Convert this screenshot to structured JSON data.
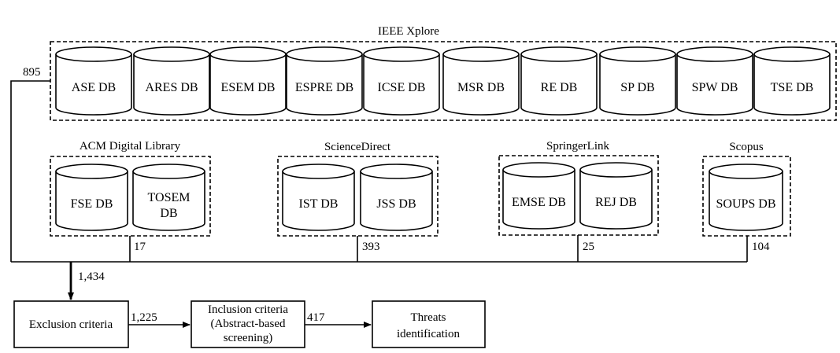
{
  "groups": {
    "ieee": {
      "title": "IEEE Xplore",
      "count": "895",
      "dbs": [
        "ASE DB",
        "ARES DB",
        "ESEM DB",
        "ESPRE DB",
        "ICSE DB",
        "MSR DB",
        "RE DB",
        "SP DB",
        "SPW DB",
        "TSE DB"
      ]
    },
    "acm": {
      "title": "ACM Digital Library",
      "count": "17",
      "dbs": [
        "FSE DB",
        "TOSEM DB"
      ]
    },
    "sciencedirect": {
      "title": "ScienceDirect",
      "count": "393",
      "dbs": [
        "IST DB",
        "JSS DB"
      ]
    },
    "springer": {
      "title": "SpringerLink",
      "count": "25",
      "dbs": [
        "EMSE DB",
        "REJ DB"
      ]
    },
    "scopus": {
      "title": "Scopus",
      "count": "104",
      "dbs": [
        "SOUPS DB"
      ]
    }
  },
  "flow": {
    "total": "1,434",
    "exclusion": "Exclusion criteria",
    "after_exclusion": "1,225",
    "inclusion_line1": "Inclusion criteria",
    "inclusion_line2": "(Abstract-based",
    "inclusion_line3": "screening)",
    "after_inclusion": "417",
    "threats_line1": "Threats",
    "threats_line2": "identification"
  }
}
